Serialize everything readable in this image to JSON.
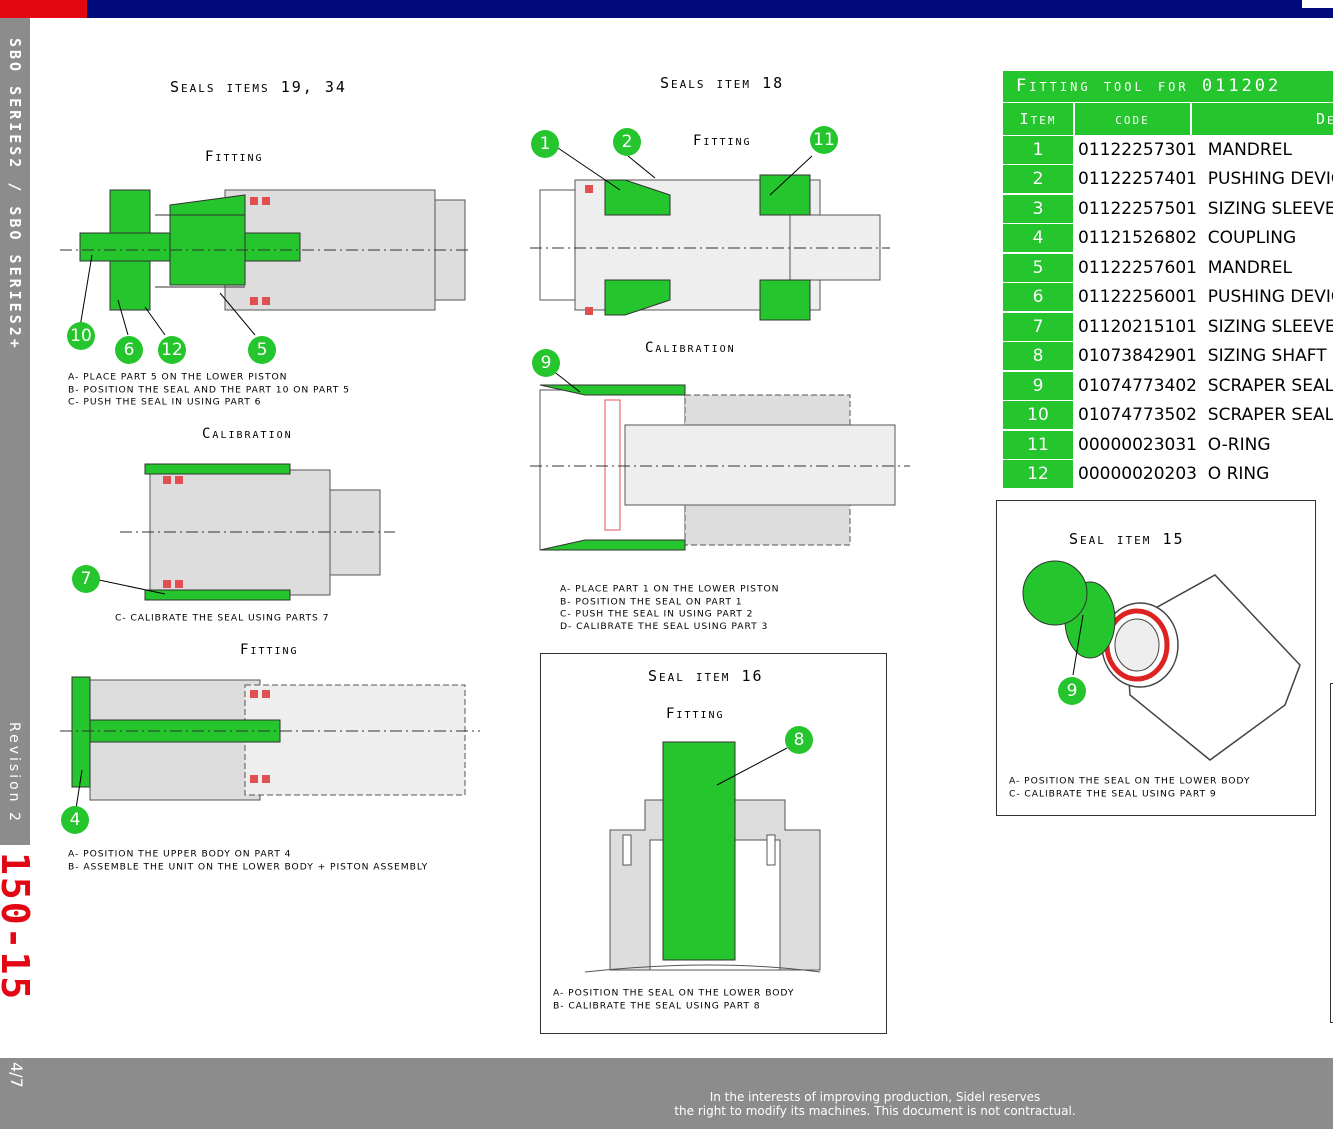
{
  "sidebar": {
    "series_label": "SBO SERIES2 / SBO SERIES2+",
    "revision_label": "Revision 2",
    "doc_number": "150-15",
    "page": "4/7"
  },
  "footer": {
    "line1": "In the interests of improving production, Sidel reserves",
    "line2": "the right to modify its machines. This document is not contractual."
  },
  "colors": {
    "accent_green": "#25c52d",
    "brand_red": "#e30613",
    "brand_blue": "#000a7a",
    "sidebar_gray": "#8c8c8c"
  },
  "panel_19_34": {
    "title": "Seals items 19, 34",
    "fitting_title": "Fitting",
    "callouts": [
      "10",
      "6",
      "12",
      "5"
    ],
    "steps": [
      "a- place part 5 on the lower piston",
      "b- position the seal and the part 10 on part 5",
      "c- push the seal in using part 6"
    ],
    "calibration_title": "Calibration",
    "calibration_callout": "7",
    "calibration_step": "c- calibrate the seal using parts 7",
    "fitting2_title": "Fitting",
    "fitting2_callout": "4",
    "fitting2_steps": [
      "a- position the upper body on part 4",
      "b- assemble the unit on the lower body + piston assembly"
    ]
  },
  "panel_18": {
    "title": "Seals item 18",
    "fitting_title": "Fitting",
    "callouts": [
      "1",
      "2",
      "11"
    ],
    "calibration_title": "Calibration",
    "calibration_callout": "9",
    "steps": [
      "a- place part 1 on the lower piston",
      "b- position the seal on part 1",
      "c- push the seal in using part 2",
      "d- calibrate the seal using part 3"
    ]
  },
  "panel_16": {
    "title": "Seal item 16",
    "fitting_title": "Fitting",
    "callout": "8",
    "steps": [
      "a- position the seal on the lower body",
      "b- calibrate the seal using part 8"
    ]
  },
  "panel_15": {
    "title": "Seal item 15",
    "callout": "9",
    "steps": [
      "a- position the seal on the lower body",
      "c- calibrate the seal using part 9"
    ]
  },
  "tool_table": {
    "title": "Fitting tool for 011202",
    "headers": {
      "item": "Item",
      "code": "code",
      "desc": "De"
    },
    "rows": [
      {
        "item": "1",
        "code": "01122257301",
        "desc": "MANDREL"
      },
      {
        "item": "2",
        "code": "01122257401",
        "desc": "PUSHING DEVICE"
      },
      {
        "item": "3",
        "code": "01122257501",
        "desc": "SIZING SLEEVE"
      },
      {
        "item": "4",
        "code": "01121526802",
        "desc": "COUPLING"
      },
      {
        "item": "5",
        "code": "01122257601",
        "desc": "MANDREL"
      },
      {
        "item": "6",
        "code": "01122256001",
        "desc": "PUSHING DEVICE"
      },
      {
        "item": "7",
        "code": "01120215101",
        "desc": "SIZING SLEEVE"
      },
      {
        "item": "8",
        "code": "01073842901",
        "desc": "SIZING SHAFT"
      },
      {
        "item": "9",
        "code": "01074773402",
        "desc": "SCRAPER SEAL TO"
      },
      {
        "item": "10",
        "code": "01074773502",
        "desc": "SCRAPER SEAL TO"
      },
      {
        "item": "11",
        "code": "00000023031",
        "desc": "O-RING"
      },
      {
        "item": "12",
        "code": "00000020203",
        "desc": "O RING"
      }
    ]
  }
}
